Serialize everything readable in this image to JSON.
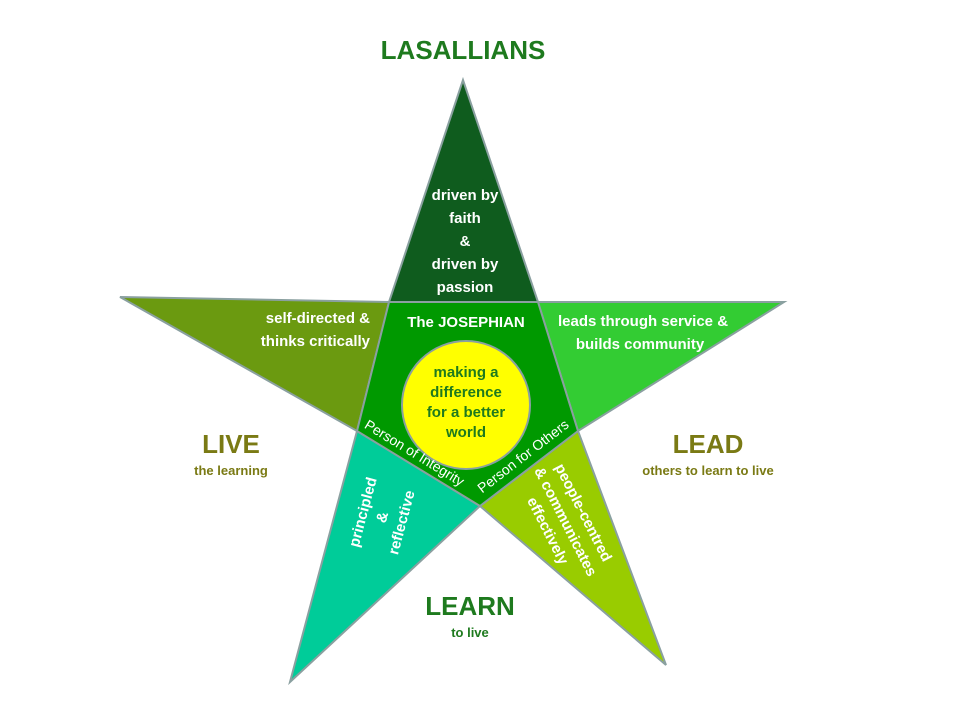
{
  "title": "LASALLIANS",
  "outer_labels": {
    "live": {
      "title": "LIVE",
      "subtitle": "the learning"
    },
    "lead": {
      "title": "LEAD",
      "subtitle": "others to learn to live"
    },
    "learn": {
      "title": "LEARN",
      "subtitle": "to live"
    }
  },
  "points": {
    "top": [
      "driven by",
      "faith",
      "&",
      "driven by",
      "passion"
    ],
    "left": [
      "self-directed &",
      "thinks critically"
    ],
    "right": [
      "leads through service &",
      "builds community"
    ],
    "bottom_left": [
      "principled",
      "&",
      "reflective"
    ],
    "bottom_right": [
      "people-centred",
      "& communicates",
      "effectively"
    ]
  },
  "pentagon": {
    "header": "The JOSEPHIAN",
    "ring_left": "Person of Integrity",
    "ring_right": "Person for Others"
  },
  "core": [
    "making a",
    "difference",
    "for a better",
    "world"
  ],
  "colors": {
    "title_green": "#1e7a1e",
    "olive": "#7a7a14",
    "top_point": "#0f5c1e",
    "left_point": "#6b9a10",
    "right_point": "#33cc33",
    "bottom_left_point": "#00cc99",
    "bottom_right_point": "#99cc00",
    "pentagon": "#009900",
    "core": "#ffff00"
  }
}
